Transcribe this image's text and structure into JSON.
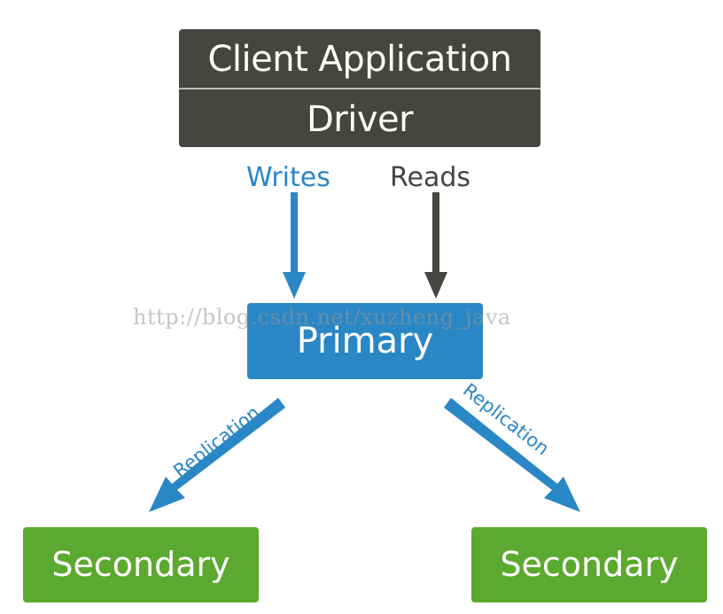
{
  "client": {
    "application_label": "Client Application",
    "driver_label": "Driver"
  },
  "flows": {
    "writes_label": "Writes",
    "reads_label": "Reads"
  },
  "primary": {
    "label": "Primary"
  },
  "replication": {
    "left_label": "Replication",
    "right_label": "Replication"
  },
  "secondaries": [
    {
      "label": "Secondary"
    },
    {
      "label": "Secondary"
    }
  ],
  "watermark": "http://blog.csdn.net/xuzheng_java",
  "colors": {
    "client_box": "#474540",
    "primary": "#2a87c5",
    "secondary": "#5ba92f",
    "writes": "#2a87c5",
    "reads": "#474540",
    "replication": "#2a87c5"
  }
}
